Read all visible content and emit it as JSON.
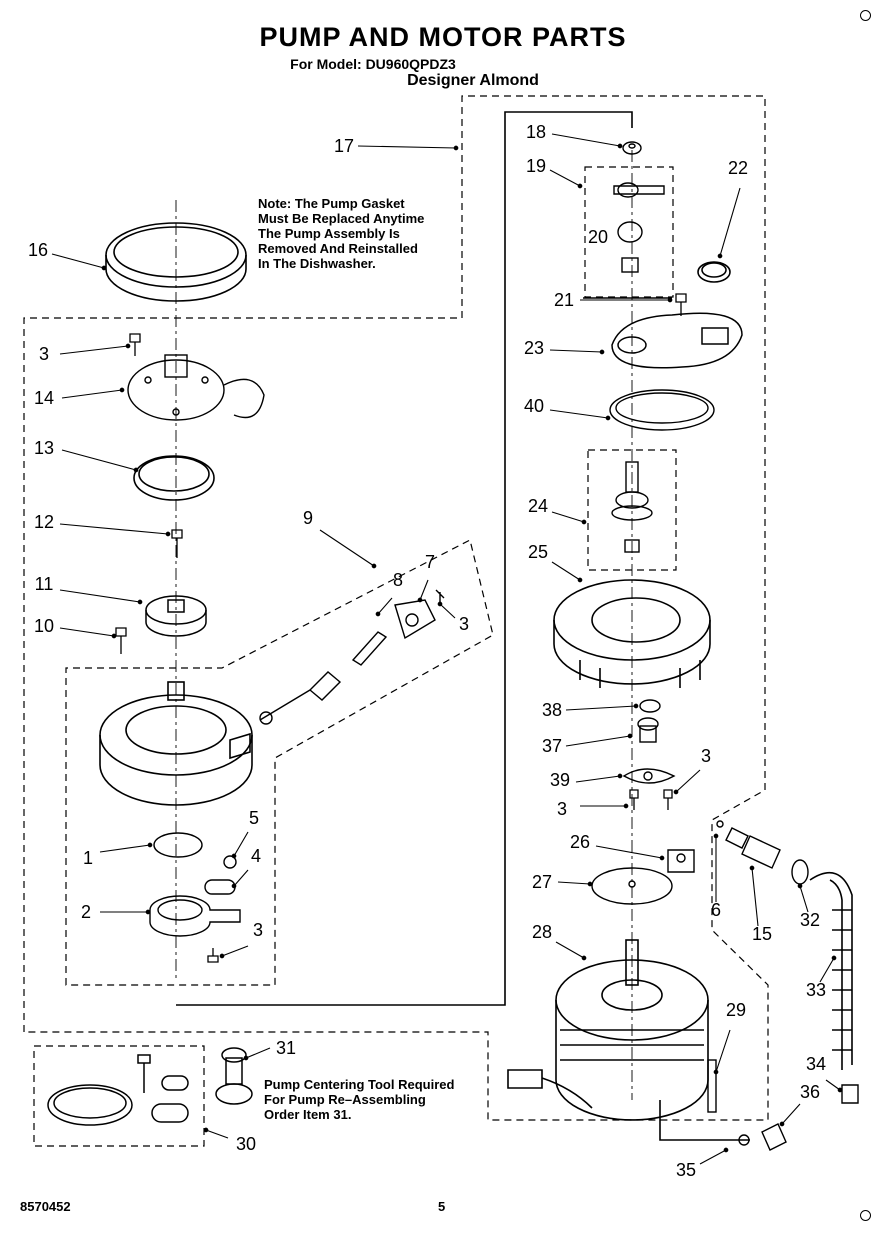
{
  "header": {
    "title": "PUMP AND MOTOR PARTS",
    "model_line": "For Model: DU960QPDZ3",
    "color_line": "Designer Almond"
  },
  "notes": {
    "gasket_note": "Note: The Pump Gasket\nMust Be Replaced Anytime\nThe Pump Assembly Is\nRemoved And Reinstalled\nIn The Dishwasher.",
    "tool_note": "Pump Centering Tool Required\nFor Pump Re–Assembling\nOrder Item 31."
  },
  "footer": {
    "doc_number": "8570452",
    "page_number": "5"
  },
  "callouts": [
    "1",
    "2",
    "3",
    "3",
    "3",
    "3",
    "3",
    "3",
    "4",
    "5",
    "6",
    "7",
    "8",
    "9",
    "10",
    "11",
    "12",
    "13",
    "14",
    "15",
    "16",
    "17",
    "18",
    "19",
    "20",
    "21",
    "22",
    "23",
    "24",
    "25",
    "26",
    "27",
    "28",
    "29",
    "30",
    "31",
    "32",
    "33",
    "34",
    "35",
    "36",
    "37",
    "38",
    "39",
    "40"
  ]
}
